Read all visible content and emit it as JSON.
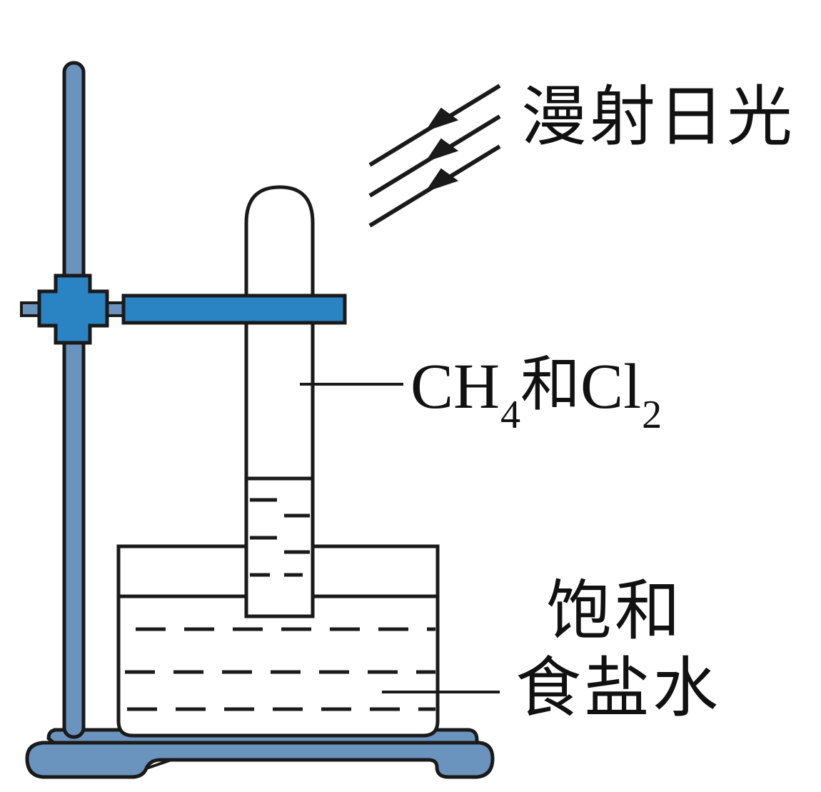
{
  "labels": {
    "light": "漫射日光",
    "gas_part1": "CH",
    "gas_sub1": "4",
    "gas_part2": "和",
    "gas_part3": "Cl",
    "gas_sub2": "2",
    "brine_line1": "饱和",
    "brine_line2": "食盐水"
  },
  "colors": {
    "stand_blue": "#6a93bd",
    "clamp_blue": "#2a83c2",
    "outline": "#1a1a1a"
  }
}
